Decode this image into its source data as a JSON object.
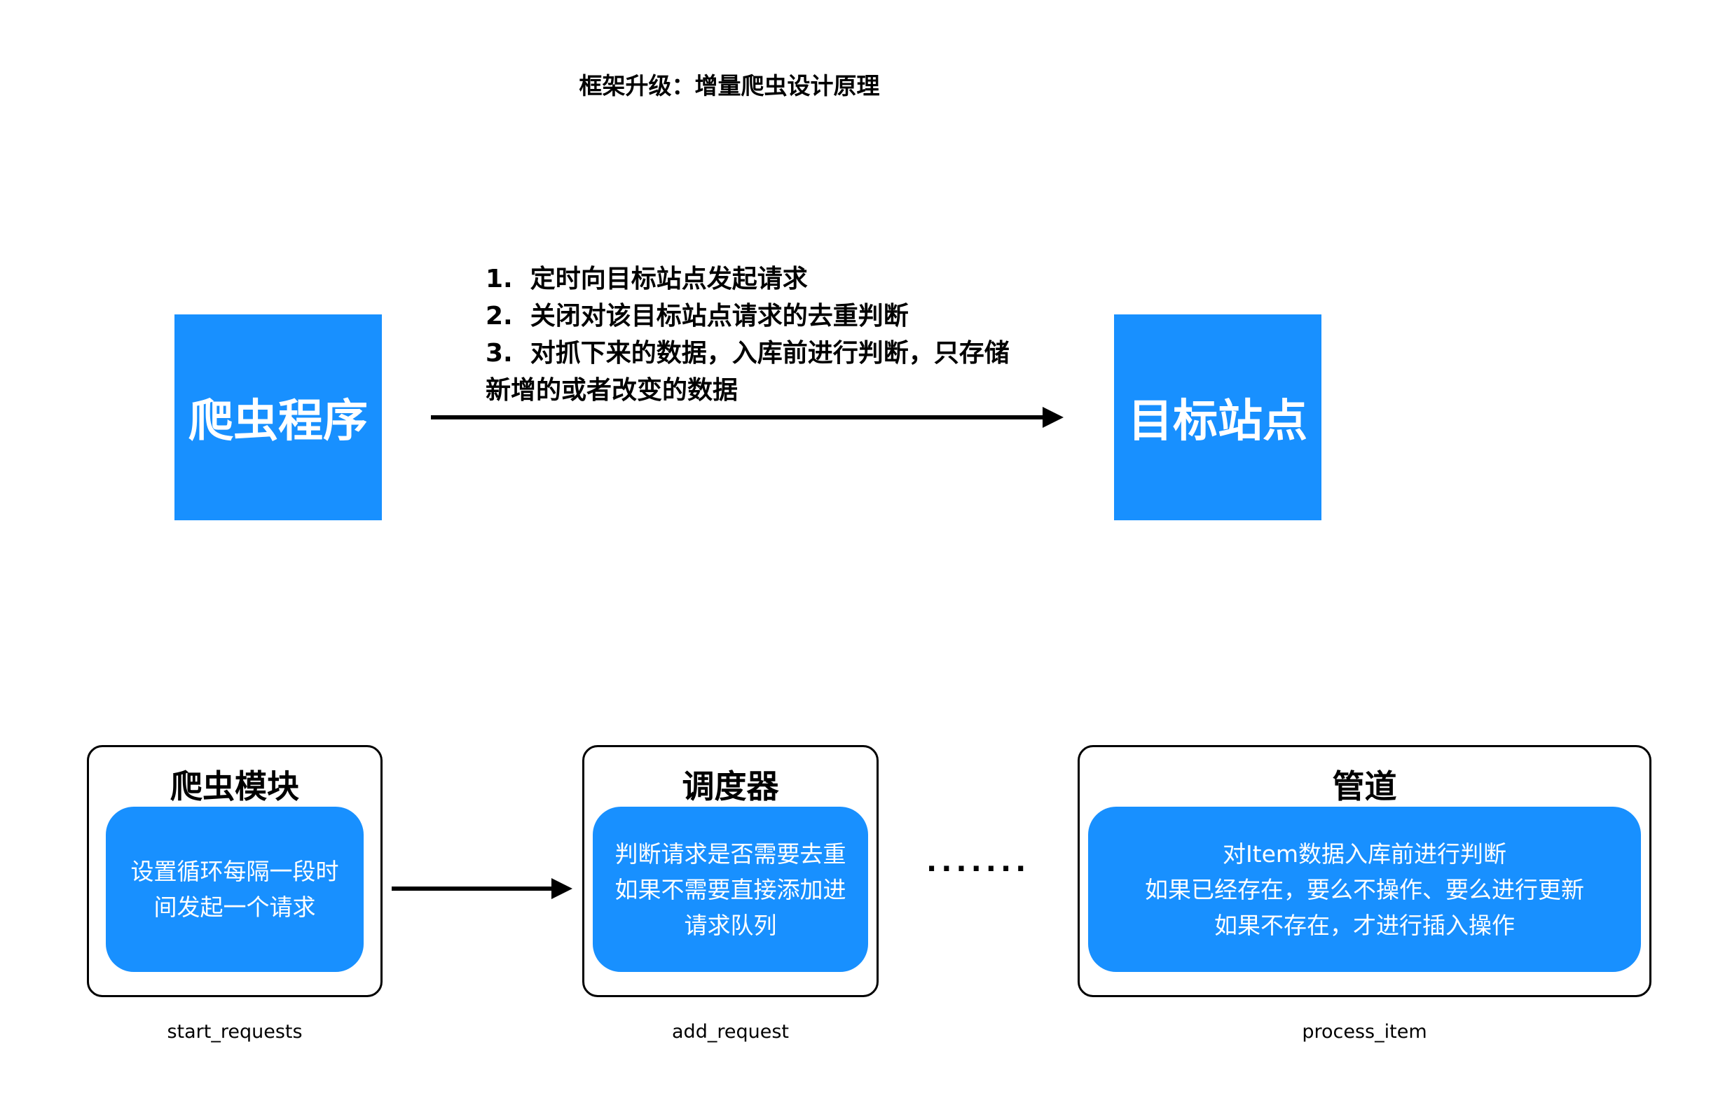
{
  "title": "框架升级：增量爬虫设计原理",
  "top": {
    "left_box": "爬虫程序",
    "right_box": "目标站点",
    "steps": "1.  定时向目标站点发起请求\n2.  关闭对该目标站点请求的去重判断\n3.  对抓下来的数据，入库前进行判断，只存储\n新增的或者改变的数据"
  },
  "modules": [
    {
      "title": "爬虫模块",
      "desc": "设置循环每隔一段时\n间发起一个请求",
      "method": "start_requests"
    },
    {
      "title": "调度器",
      "desc": "判断请求是否需要去重\n如果不需要直接添加进\n请求队列",
      "method": "add_request"
    },
    {
      "title": "管道",
      "desc": "对Item数据入库前进行判断\n如果已经存在，要么不操作、要么进行更新\n如果不存在，才进行插入操作",
      "method": "process_item"
    }
  ],
  "ellipsis": "·······",
  "colors": {
    "accent": "#1890ff"
  }
}
